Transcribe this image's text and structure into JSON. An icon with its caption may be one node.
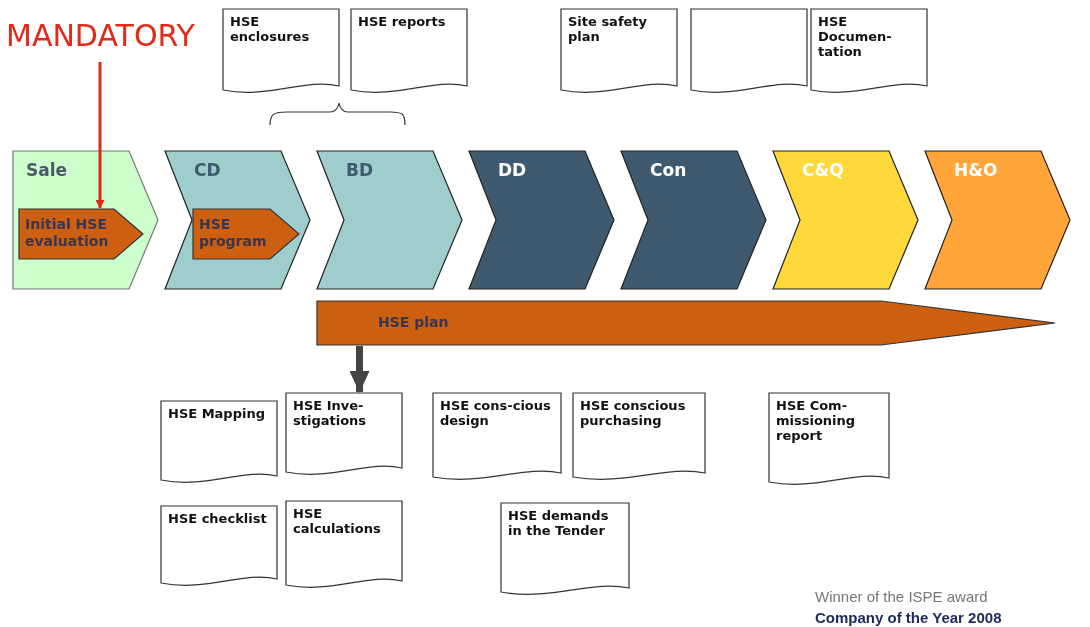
{
  "diagram": {
    "nodes": [
      {
        "text": [
          "MANDATORY"
        ]
      },
      {
        "text": [
          "HSE enclosures"
        ]
      },
      {
        "text": [
          "HSE reports"
        ]
      },
      {
        "text": [
          "Site safety plan"
        ]
      },
      {
        "text": [],
        "shape": "document"
      },
      {
        "text": [
          "HSE Documen- tation"
        ]
      },
      {
        "text": [
          "Sale"
        ]
      },
      {
        "text": [
          "CD"
        ]
      },
      {
        "text": [
          "BD"
        ]
      },
      {
        "text": [
          "DD"
        ]
      },
      {
        "text": [
          "Con"
        ]
      },
      {
        "text": [
          "C&Q"
        ]
      },
      {
        "text": [
          "H&O"
        ]
      },
      {
        "text": [
          "Initial HSE evaluation"
        ],
        "in": 6
      },
      {
        "text": [
          "HSE program"
        ],
        "in": 7
      },
      {
        "text": [
          "HSE plan"
        ]
      },
      {
        "text": [
          "HSE Inve- stigations"
        ]
      },
      {
        "text": [
          "HSE Mapping"
        ]
      },
      {
        "text": [
          "HSE checklist"
        ]
      },
      {
        "text": [
          "HSE calculations"
        ]
      },
      {
        "text": [
          "HSE cons-cious design"
        ]
      },
      {
        "text": [
          "HSE conscious purchasing"
        ]
      },
      {
        "text": [
          "HSE demands in the Tender"
        ]
      },
      {
        "text": [
          "HSE Com- missioning report"
        ]
      }
    ],
    "edges": [
      {
        "from": 0,
        "to": 13,
        "arrow": "to",
        "color": "#e02a1a"
      },
      {
        "from": 15,
        "to": 16,
        "arrow": "to",
        "style": "thick",
        "color": "#444444"
      }
    ],
    "labels": [
      "Winner of the ISPE award",
      "Company of the Year 2008"
    ]
  }
}
